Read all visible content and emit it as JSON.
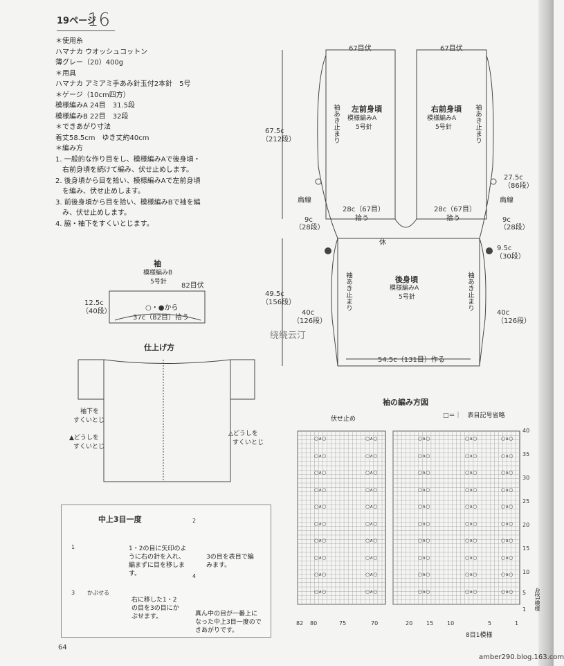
{
  "header": {
    "page_ref": "19ページ",
    "pattern_no": "16"
  },
  "materials": {
    "lines": [
      "＊使用糸",
      "ハマナカ ウオッシュコットン",
      "薄グレー（20）400g",
      "＊用具",
      "ハマナカ アミアミ手あみ針玉付2本針　5号",
      "＊ゲージ（10cm四方）",
      "模様編みA 24目　31.5段",
      "模様編みB 22目　32段",
      "＊できあがり寸法",
      "着丈58.5cm　ゆき丈約40cm",
      "＊編み方",
      "1. 一般的な作り目をし、模様編みAで後身頃・",
      "　右前身頃を続けて編み、伏せ止めします。",
      "2. 後身頃から目を拾い、模様編みAで左前身頃",
      "　を編み、伏せ止めします。",
      "3. 前後身頃から目を拾い、模様編みBで袖を編",
      "　み、伏せ止めします。",
      "4. 脇・袖下をすくいとじます。"
    ]
  },
  "sleeve": {
    "title": "袖",
    "pattern": "模様編みB",
    "needle": "5号針",
    "top": "82目伏",
    "height": "12.5c",
    "height_rows": "（40段）",
    "pickup": "○・●から",
    "bottom": "37c（82目）拾う"
  },
  "finishing": {
    "title": "仕上げ方",
    "left_note_1": "袖下を",
    "left_note_2": "すくいとじ",
    "left_note_3": "▲どうしを",
    "left_note_4": "すくいとじ",
    "right_note_1": "△どうしを",
    "right_note_2": "すくいとじ"
  },
  "front_left": {
    "title": "左前身頃",
    "pattern": "模様編みA",
    "needle": "5号針",
    "top": "67目伏",
    "bottom": "28c（67目）",
    "pick": "拾う",
    "side": "袖あき止まり"
  },
  "front_right": {
    "title": "右前身頃",
    "pattern": "模様編みA",
    "needle": "5号針",
    "top": "67目伏",
    "bottom": "28c（67目）",
    "pick": "拾う",
    "side": "袖あき止まり"
  },
  "body_dims": {
    "front_h": "67.5c",
    "front_h_rows": "（212段）",
    "back_h": "49.5c",
    "back_h_rows": "（156段）",
    "shoulder_left": "肩線",
    "shoulder_right": "肩線",
    "r1": "27.5c",
    "r1_rows": "（86段）",
    "left_9c": "9c",
    "left_9c_rows": "（28段）",
    "right_9c": "9c",
    "right_9c_rows": "（28段）",
    "left_40c": "40c",
    "left_40c_rows": "（126段）",
    "right_40c": "40c",
    "right_40c_rows": "（126段）",
    "r95": "9.5c",
    "r95_rows": "（30段）",
    "rest": "休"
  },
  "back": {
    "title": "後身頃",
    "pattern": "模様編みA",
    "needle": "5号針",
    "side": "袖あき止まり",
    "bottom": "54.5c（131目）作る"
  },
  "chart": {
    "title": "袖の編み方図",
    "bindoff": "伏せ止め",
    "legend": "□＝｜　表目記号省略",
    "row_labels": [
      "40",
      "35",
      "30",
      "25",
      "20",
      "15",
      "10",
      "5",
      "1"
    ],
    "col_labels": [
      "82",
      "80",
      "75",
      "70",
      "20",
      "15",
      "10",
      "5",
      "1"
    ],
    "repeat_rows": "4段1模様",
    "repeat_cols": "8目1模様",
    "cell_symbol": "○∧○"
  },
  "howto": {
    "title": "中上3目一度",
    "step1": "1・2の目に矢印のように右の針を入れ、編まずに目を移します。",
    "step2": "3の目を表目で編みます。",
    "step3": "右に移した1・2の目を3の目にかぶせます。",
    "step3_note": "かぶせる",
    "step4": "真ん中の目が一番上になった中上3目一度のできあがりです。"
  },
  "watermark": "绕绕云汀",
  "footer": {
    "page": "64",
    "credit": "amber290.blog.163.com"
  }
}
